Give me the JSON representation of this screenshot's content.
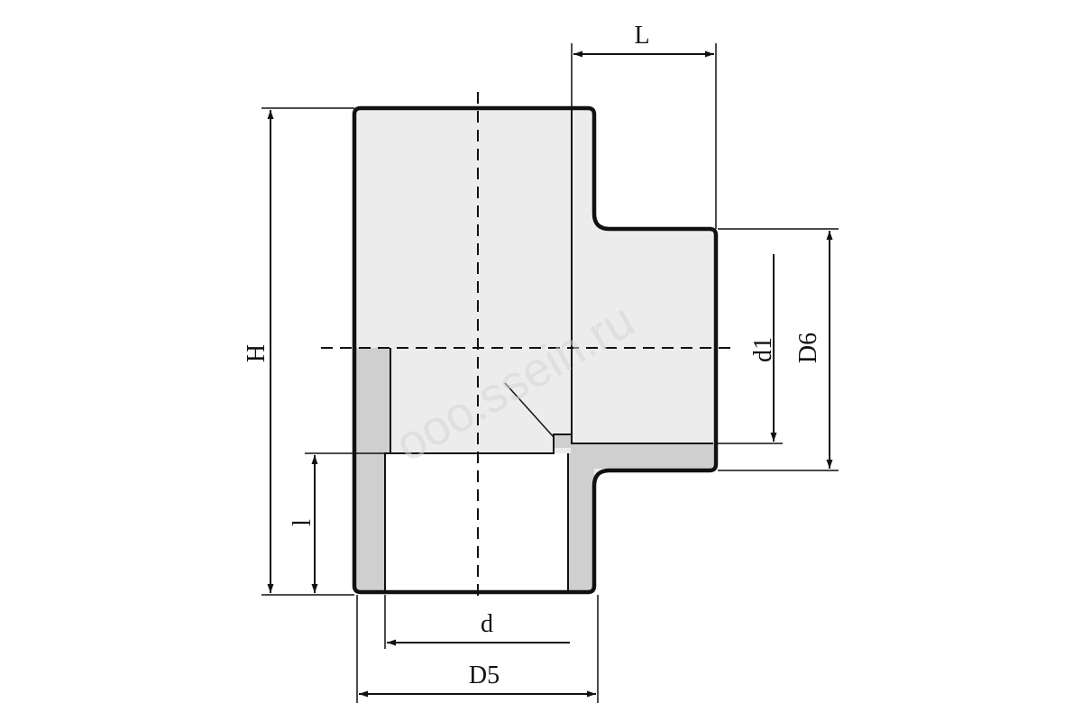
{
  "colors": {
    "body_fill": "#ececec",
    "wall_fill": "#cfcfcf",
    "outline": "#111111",
    "background": "#ffffff",
    "watermark": "#d6d6d6"
  },
  "labels": {
    "L": "L",
    "H": "H",
    "d1": "d1",
    "D6": "D6",
    "l": "l",
    "d": "d",
    "D5": "D5"
  },
  "watermark": "ooo.ssein.ru"
}
